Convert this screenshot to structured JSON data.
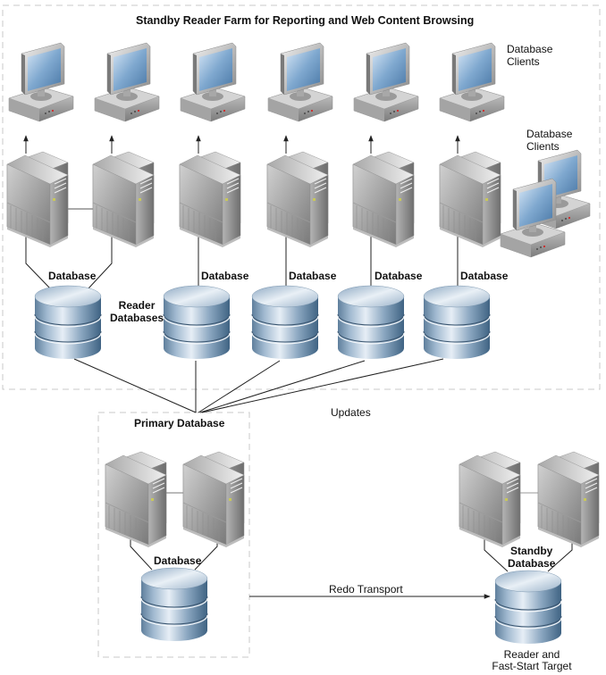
{
  "title": "Standby Reader Farm for Reporting and Web Content Browsing",
  "labels": {
    "database_clients_top": "Database\nClients",
    "database_clients_side": "Database\nClients",
    "reader_databases": "Reader\nDatabases",
    "database": "Database",
    "primary_database": "Primary Database",
    "updates": "Updates",
    "redo_transport": "Redo Transport",
    "standby_database": "Standby\nDatabase",
    "reader_fast_start": "Reader and\nFast-Start Target"
  },
  "reader_farm": {
    "clients": [
      {
        "name": "client-1"
      },
      {
        "name": "client-2"
      },
      {
        "name": "client-3"
      },
      {
        "name": "client-4"
      },
      {
        "name": "client-5"
      },
      {
        "name": "client-6"
      }
    ],
    "servers": [
      {
        "name": "server-1"
      },
      {
        "name": "server-2"
      },
      {
        "name": "server-3"
      },
      {
        "name": "server-4"
      },
      {
        "name": "server-5"
      },
      {
        "name": "server-6"
      }
    ],
    "databases": [
      {
        "label": "Database",
        "servers": [
          "server-1",
          "server-2"
        ]
      },
      {
        "label": "Database",
        "servers": [
          "server-3"
        ]
      },
      {
        "label": "Database",
        "servers": [
          "server-4"
        ]
      },
      {
        "label": "Database",
        "servers": [
          "server-5"
        ]
      },
      {
        "label": "Database",
        "servers": [
          "server-6"
        ]
      }
    ]
  },
  "primary": {
    "label": "Primary Database",
    "db_label": "Database"
  },
  "standby": {
    "label": "Standby\nDatabase",
    "caption": "Reader and\nFast-Start Target"
  },
  "colors": {
    "border_dashed": "#c8c8c8",
    "line": "#222222",
    "screen": "#6f9cc8",
    "disk": "#7a9dbb"
  }
}
